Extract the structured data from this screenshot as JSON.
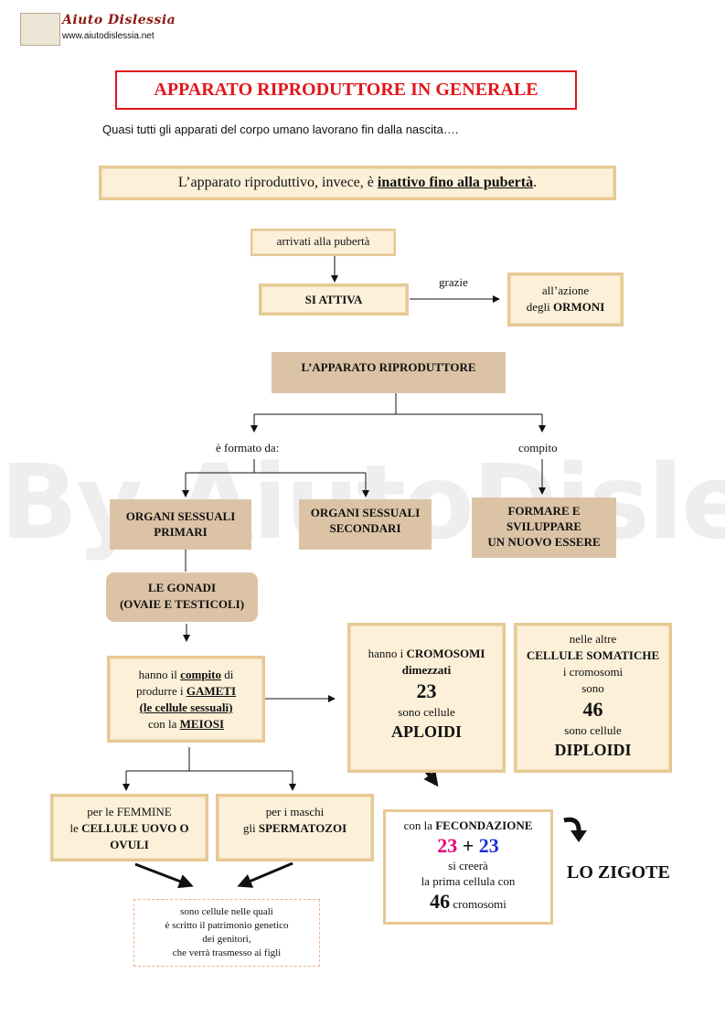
{
  "header": {
    "logo_title": "Aiuto Dislessia",
    "logo_url": "www.aiutodislessia.net"
  },
  "watermark": "By AiutoDislessia.net",
  "title": "APPARATO RIPRODUTTORE  IN GENERALE",
  "intro": "Quasi tutti gli apparati del corpo umano lavorano fin dalla nascita….",
  "inactive": {
    "pre": "L’apparato  riproduttivo,  invece,  è  ",
    "emph": "inattivo fino alla pubertà",
    "post": "."
  },
  "puberty": "arrivati alla pubertà",
  "activates": "SI ATTIVA",
  "thanks": "grazie",
  "hormones": {
    "line1": "all’azione",
    "line2_pre": "degli ",
    "line2_bold": "ORMONI"
  },
  "apparatus": "L’APPARATO RIPRODUTTORE",
  "formed_by": "è formato da:",
  "task": "compito",
  "primary_organs": {
    "line1": "ORGANI SESSUALI",
    "line2": "PRIMARI"
  },
  "secondary_organs": {
    "line1": "ORGANI SESSUALI",
    "line2": "SECONDARI"
  },
  "new_being": {
    "line1": "FORMARE E",
    "line2": "SVILUPPARE",
    "line3": "UN NUOVO ESSERE"
  },
  "gonads": {
    "line1": "LE GONADI",
    "line2": "(OVAIE E TESTICOLI)"
  },
  "gametes": {
    "l1_pre": "hanno il ",
    "l1_emph": "compito",
    "l1_post": " di",
    "l2_pre": "produrre i ",
    "l2_emph": "GAMETI",
    "l3_emph": "(le cellule sessuali)",
    "l4_pre": "con la ",
    "l4_emph": "MEIOSI"
  },
  "haploid": {
    "l1_pre": "hanno i   ",
    "l1_bold": "CROMOSOMI",
    "l2": "dimezzati",
    "num": "23",
    "l4": "sono cellule",
    "l5": "APLOIDI"
  },
  "diploid": {
    "l1": "nelle altre",
    "l2": "CELLULE SOMATICHE",
    "l3": "i cromosomi",
    "l4": "sono",
    "num": "46",
    "l6": "sono cellule",
    "l7": "DIPLOIDI"
  },
  "females": {
    "line1": "per le FEMMINE",
    "line2_pre": "le ",
    "line2_bold": "CELLULE UOVO O",
    "line3": "OVULI"
  },
  "males": {
    "line1": "per i maschi",
    "line2_pre": "gli ",
    "line2_bold": "SPERMATOZOI"
  },
  "fertilization": {
    "l1_pre": "con la ",
    "l1_bold": "FECONDAZIONE",
    "n1": "23",
    "plus": "+",
    "n2": "23",
    "l3": "si creerà",
    "l4": "la prima cellula con",
    "n3": "46",
    "l5": " cromosomi"
  },
  "zygote": "LO ZIGOTE",
  "genetic": {
    "l1": "sono cellule nelle quali",
    "l2": "è scritto il patrimonio genetico",
    "l3": "dei genitori,",
    "l4": "che verrà trasmesso ai figli"
  },
  "colors": {
    "title_red": "#e3161b",
    "box_fill": "#fdf0d8",
    "box_border": "#e6c994",
    "tan": "#dcc3a6",
    "magenta": "#e6007e",
    "blue": "#1e2fd8"
  }
}
